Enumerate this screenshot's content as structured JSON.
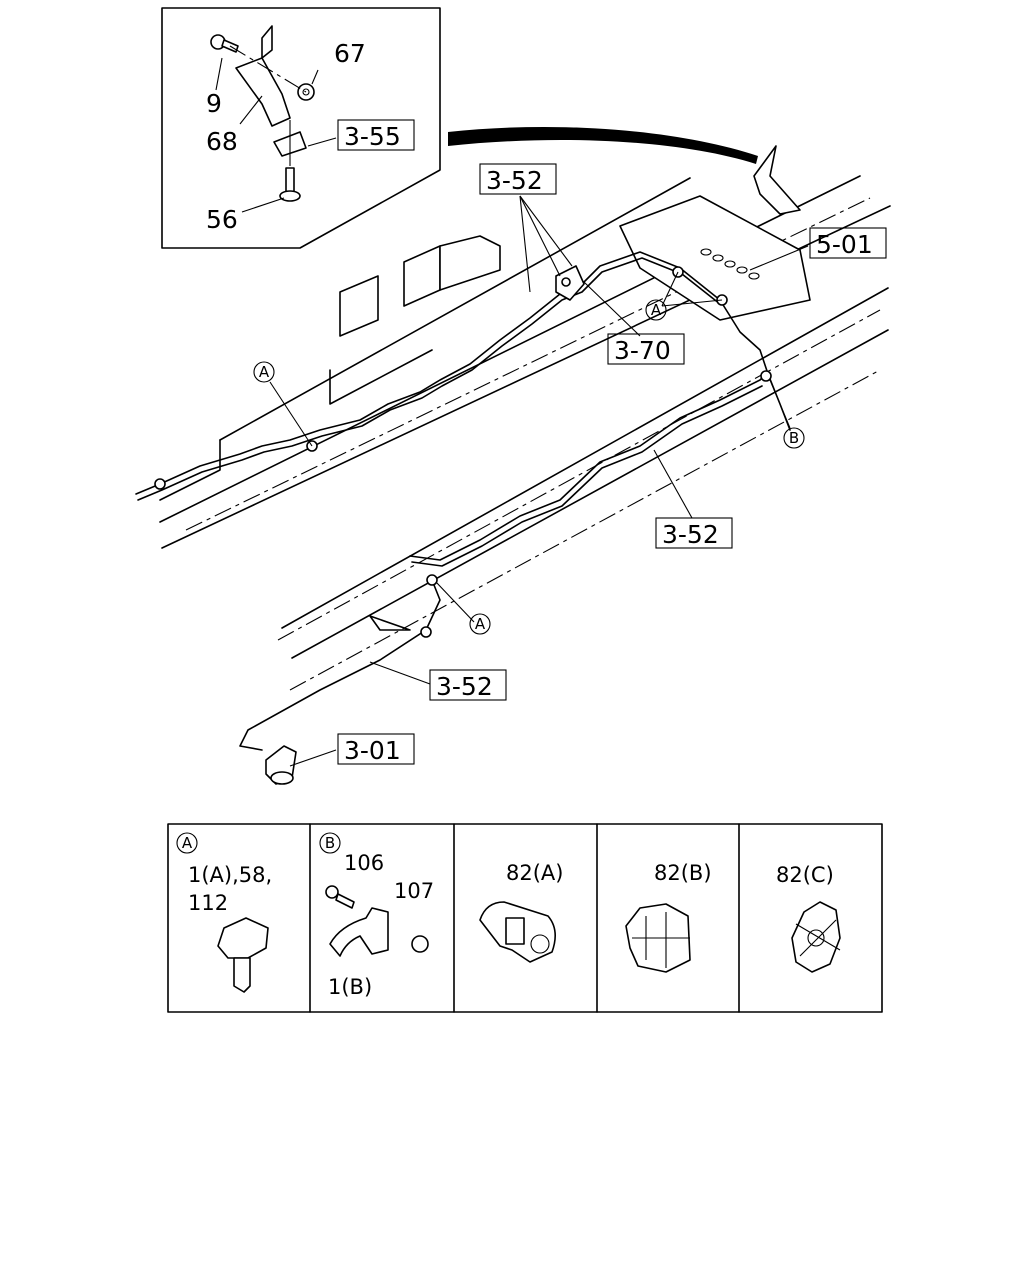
{
  "callouts": {
    "bolt": "9",
    "nut": "67",
    "bracket": "68",
    "clip_ref": "3-55",
    "screw": "56",
    "pipe_ref_top": "3-52",
    "body_ref": "5-01",
    "valve_ref": "3-70",
    "pipe_ref_mid": "3-52",
    "pipe_ref_low": "3-52",
    "hose_ref": "3-01"
  },
  "markers": {
    "a": "A",
    "b": "B"
  },
  "legend": {
    "panels": [
      {
        "marker": "A",
        "lines": [
          "1(A),58,",
          "112"
        ]
      },
      {
        "marker": "B",
        "lines": [
          "106",
          "107",
          "1(B)"
        ]
      },
      {
        "lines": [
          "82(A)"
        ]
      },
      {
        "lines": [
          "82(B)"
        ]
      },
      {
        "lines": [
          "82(C)"
        ]
      }
    ]
  }
}
